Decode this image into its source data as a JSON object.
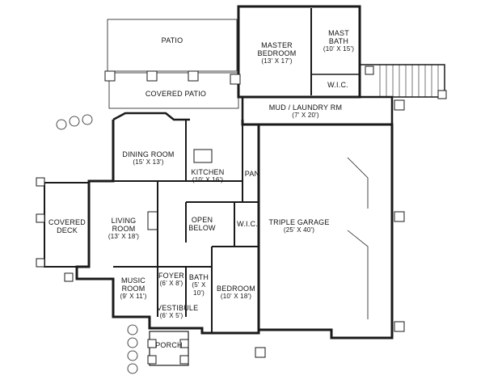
{
  "rooms": {
    "patio": {
      "name": "PATIO",
      "dim": ""
    },
    "covered_patio": {
      "name": "COVERED PATIO",
      "dim": ""
    },
    "master_bedroom": {
      "name": "MASTER BEDROOM",
      "dim": "(13' X 17')"
    },
    "master_bath": {
      "name": "MAST BATH",
      "dim": "(10' X 15')"
    },
    "wic_master": {
      "name": "W.I.C.",
      "dim": ""
    },
    "mud_laundry": {
      "name": "MUD / LAUNDRY RM",
      "dim": "(7' X 20')"
    },
    "dining_room": {
      "name": "DINING ROOM",
      "dim": "(15' X 13')"
    },
    "kitchen": {
      "name": "KITCHEN",
      "dim": "(10' X 16')"
    },
    "pan": {
      "name": "PAN",
      "dim": ""
    },
    "covered_deck": {
      "name": "COVERED DECK",
      "dim": ""
    },
    "living_room": {
      "name": "LIVING ROOM",
      "dim": "(13' X 18')"
    },
    "open_below": {
      "name": "OPEN BELOW",
      "dim": ""
    },
    "wic_bed": {
      "name": "W.I.C.",
      "dim": ""
    },
    "triple_garage": {
      "name": "TRIPLE GARAGE",
      "dim": "(25' X 40')"
    },
    "music_room": {
      "name": "MUSIC ROOM",
      "dim": "(9' X 11')"
    },
    "foyer": {
      "name": "FOYER",
      "dim": "(6' X 8')"
    },
    "bath": {
      "name": "BATH",
      "dim": "(5' X 10')"
    },
    "bedroom": {
      "name": "BEDROOM",
      "dim": "(10' X 18')"
    },
    "vestibule": {
      "name": "VESTIBULE",
      "dim": "(6' X 5')"
    },
    "porch": {
      "name": "PORCH",
      "dim": ""
    }
  }
}
